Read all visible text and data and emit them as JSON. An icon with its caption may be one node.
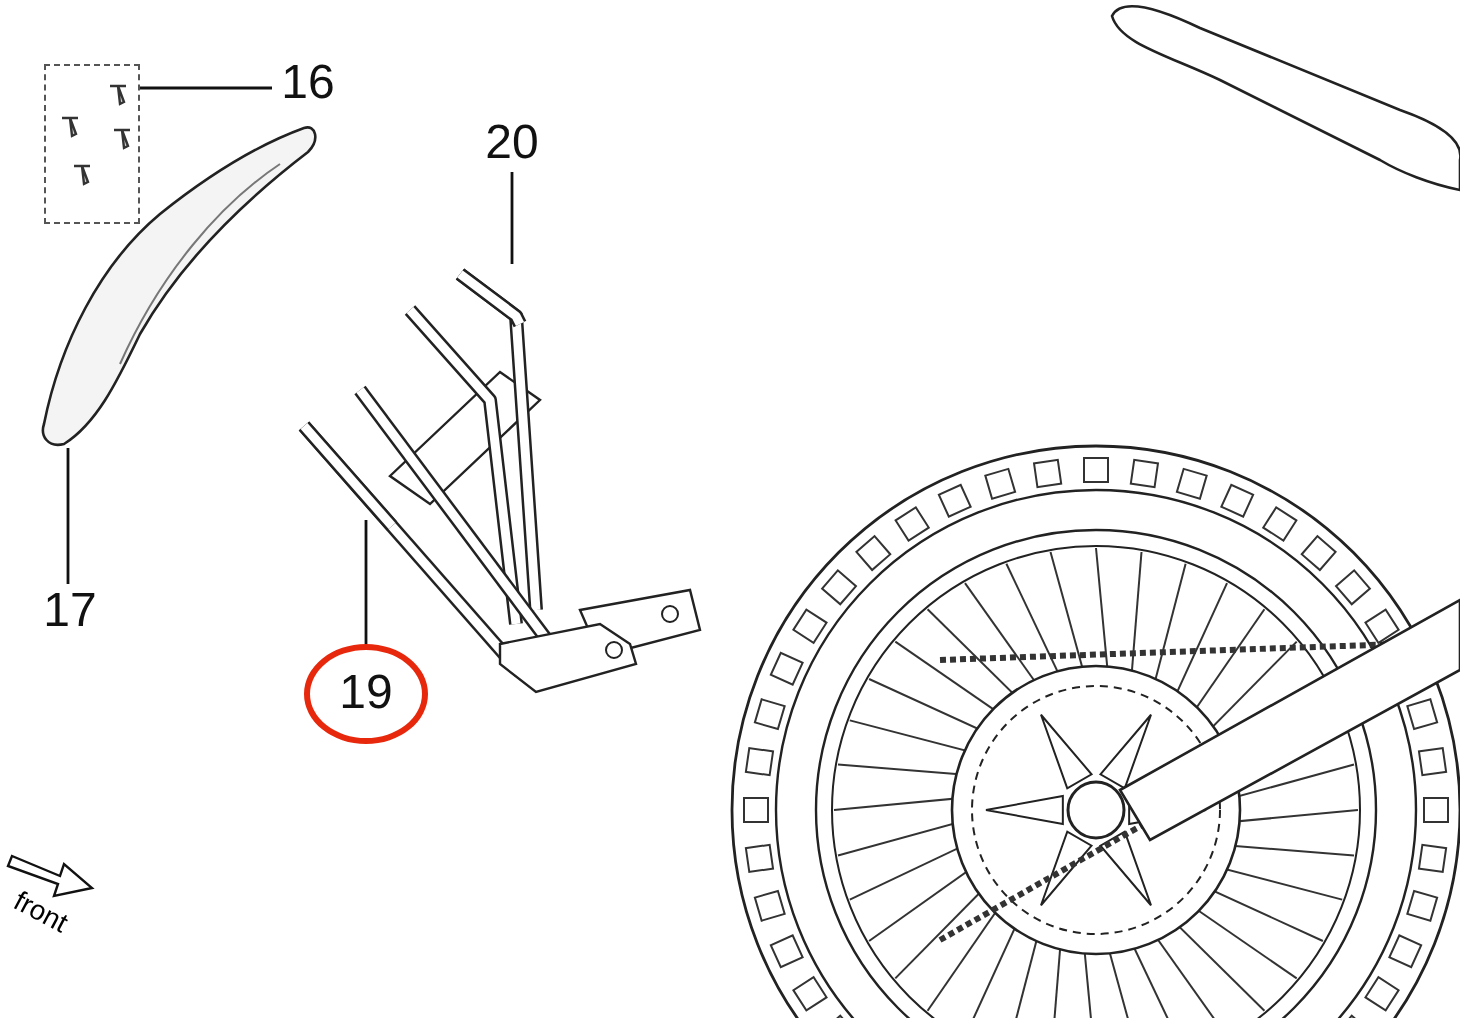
{
  "diagram": {
    "nodes": [
      {
        "text": [
          "16"
        ]
      },
      {
        "text": [],
        "shape": "box"
      },
      {
        "text": [
          "17"
        ]
      },
      {
        "text": [],
        "shape": "picture"
      },
      {
        "text": [
          "20"
        ]
      },
      {
        "text": [],
        "shape": "picture"
      },
      {
        "text": [
          "19"
        ]
      },
      {
        "text": [],
        "shape": "picture"
      }
    ],
    "edges": [
      {
        "from": 0,
        "to": 1,
        "arrow": "none"
      },
      {
        "from": 2,
        "to": 3,
        "arrow": "none"
      },
      {
        "from": 4,
        "to": 5,
        "arrow": "none"
      },
      {
        "from": 6,
        "to": 7,
        "arrow": "none"
      }
    ],
    "labels": [
      "front"
    ]
  }
}
